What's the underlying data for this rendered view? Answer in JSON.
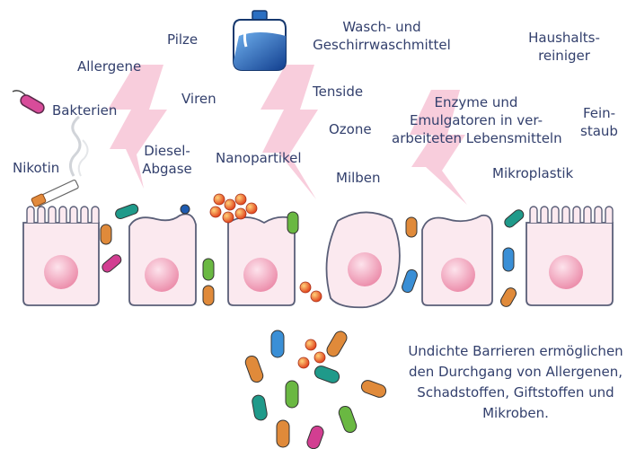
{
  "labels": {
    "pilze": "Pilze",
    "allergene": "Allergene",
    "bakterien": "Bakterien",
    "viren": "Viren",
    "diesel_l1": "Diesel-",
    "diesel_l2": "Abgase",
    "nikotin": "Nikotin",
    "nanopartikel": "Nanopartikel",
    "wasch_l1": "Wasch- und",
    "wasch_l2": "Geschirrwaschmittel",
    "tenside": "Tenside",
    "ozone": "Ozone",
    "milben": "Milben",
    "enzyme_l1": "Enzyme und",
    "enzyme_l2": "Emulgatoren in ver-",
    "enzyme_l3": "arbeiteten Lebensmitteln",
    "haushalt_l1": "Haushalts-",
    "haushalt_l2": "reiniger",
    "fein_l1": "Fein-",
    "fein_l2": "staub",
    "mikroplastik": "Mikroplastik"
  },
  "caption": {
    "line1": "Undichte Barrieren ermöglichen",
    "line2": "den Durchgang von Allergenen,",
    "line3": "Schadstoffen, Giftstoffen und",
    "line4": "Mikroben."
  },
  "colors": {
    "cell_fill": "#fbe9ef",
    "cell_stroke": "#5a5f78",
    "nucleus": "#ef9db5",
    "lightning": "#f6c5d6",
    "bottle": "#1e63b5",
    "germ_orange": "#e08a3a",
    "germ_blue": "#3a8fd6",
    "germ_green": "#6ab842",
    "germ_teal": "#1f9a8a",
    "germ_magenta": "#d23e91",
    "particle": "#e85a2e"
  },
  "icons": [
    "detergent-bottle-icon",
    "cigarette-icon",
    "bacterium-icon",
    "lightning-icon"
  ]
}
